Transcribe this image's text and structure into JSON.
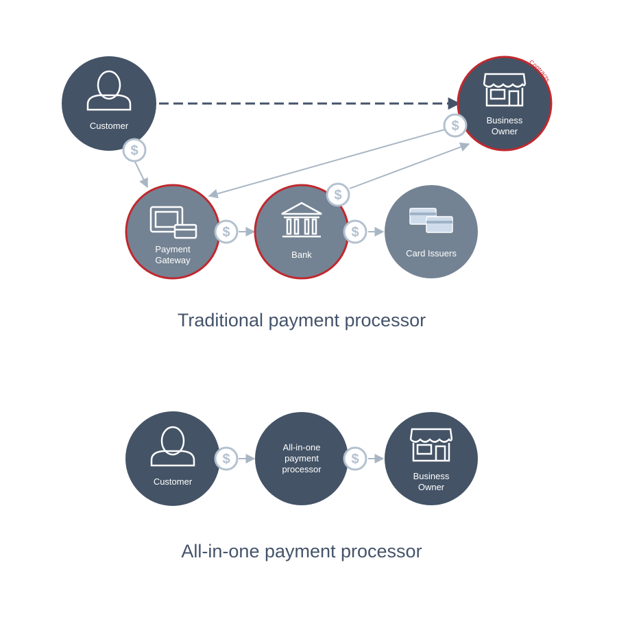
{
  "traditional": {
    "title": "Traditional payment processor",
    "customer_label": "Customer",
    "business_owner_label": [
      "Business",
      "Owner"
    ],
    "contracts_label": "Contracts",
    "payment_gateway_label": [
      "Payment",
      "Gateway"
    ],
    "bank_label": "Bank",
    "card_issuers_label": "Card Issuers",
    "dollar_symbol": "$"
  },
  "all_in_one": {
    "title": "All-in-one payment processor",
    "customer_label": "Customer",
    "processor_label": [
      "All-in-one",
      "payment",
      "processor"
    ],
    "business_owner_label": [
      "Business",
      "Owner"
    ],
    "dollar_symbol": "$"
  },
  "colors": {
    "dark_node": "#445366",
    "light_node": "#748393",
    "contract_border": "#c0282e",
    "arrow": "#a8b6c4",
    "dashed_arrow": "#44536a",
    "title_text": "#44536a"
  }
}
